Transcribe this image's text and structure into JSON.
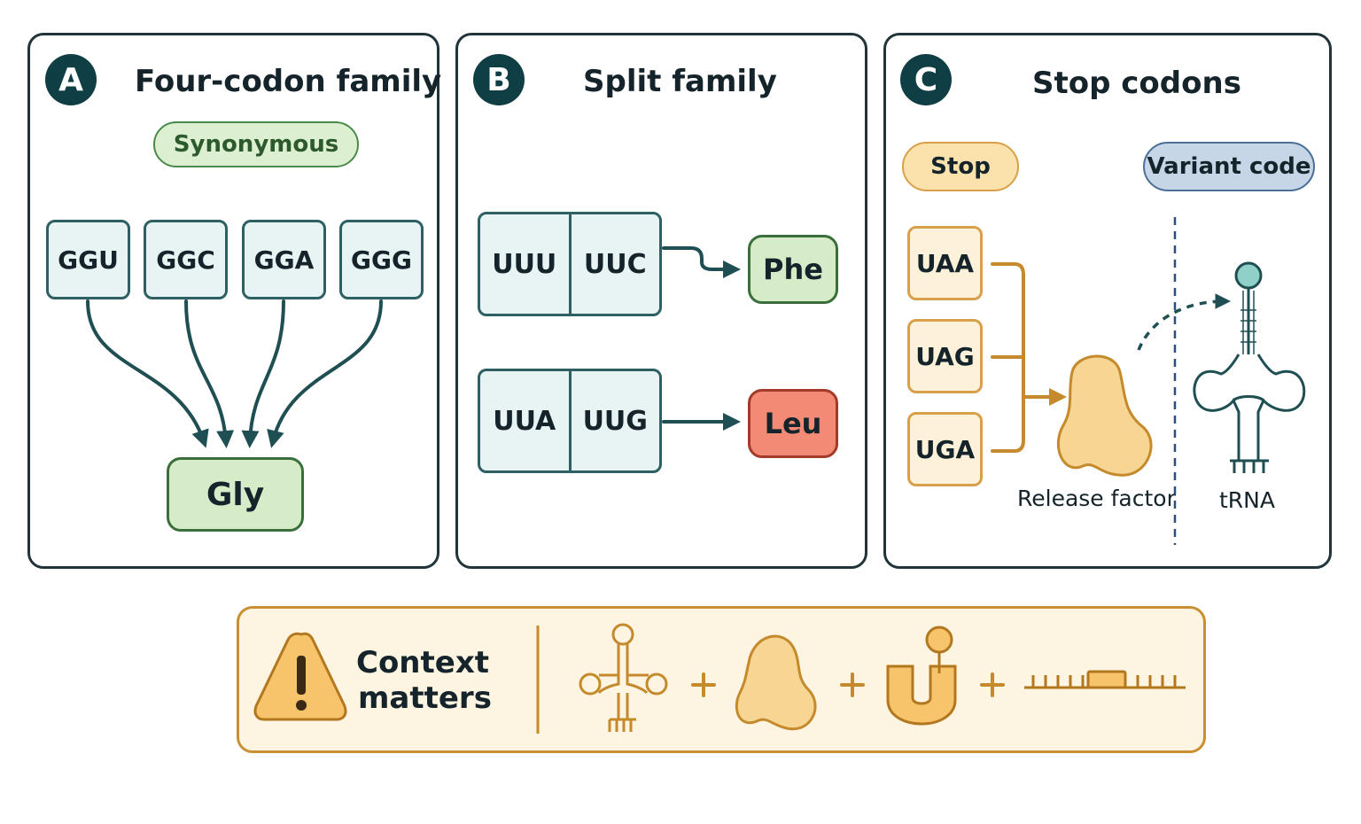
{
  "panel_a": {
    "badge": "A",
    "title": "Four-codon family",
    "tag": "Synonymous",
    "codons": [
      "GGU",
      "GGC",
      "GGA",
      "GGG"
    ],
    "amino_acid": "Gly"
  },
  "panel_b": {
    "badge": "B",
    "title": "Split family",
    "group1": {
      "codons": [
        "UUU",
        "UUC"
      ],
      "amino_acid": "Phe"
    },
    "group2": {
      "codons": [
        "UUA",
        "UUG"
      ],
      "amino_acid": "Leu"
    }
  },
  "panel_c": {
    "badge": "C",
    "title": "Stop codons",
    "tag_stop": "Stop",
    "tag_variant": "Variant code",
    "codons": [
      "UAA",
      "UAG",
      "UGA"
    ],
    "release_factor_label": "Release factor",
    "trna_label": "tRNA"
  },
  "footer": {
    "title_line1": "Context",
    "title_line2": "matters",
    "icons": [
      "warning-icon",
      "trna-icon",
      "release-factor-icon",
      "ribosome-icon",
      "mrna-icon"
    ],
    "plus": "+"
  },
  "colors": {
    "teal_dark": "#0f3f44",
    "teal": "#2d5f63",
    "codon_fill": "#e8f3f3",
    "green_fill": "#d6ecc8",
    "green_border": "#4a8a4a",
    "red_fill": "#f28a75",
    "stop_fill": "#fdf2d9",
    "stop_border": "#d8a04b",
    "variant_fill": "#c7d6e6",
    "gold": "#c48a2c"
  }
}
